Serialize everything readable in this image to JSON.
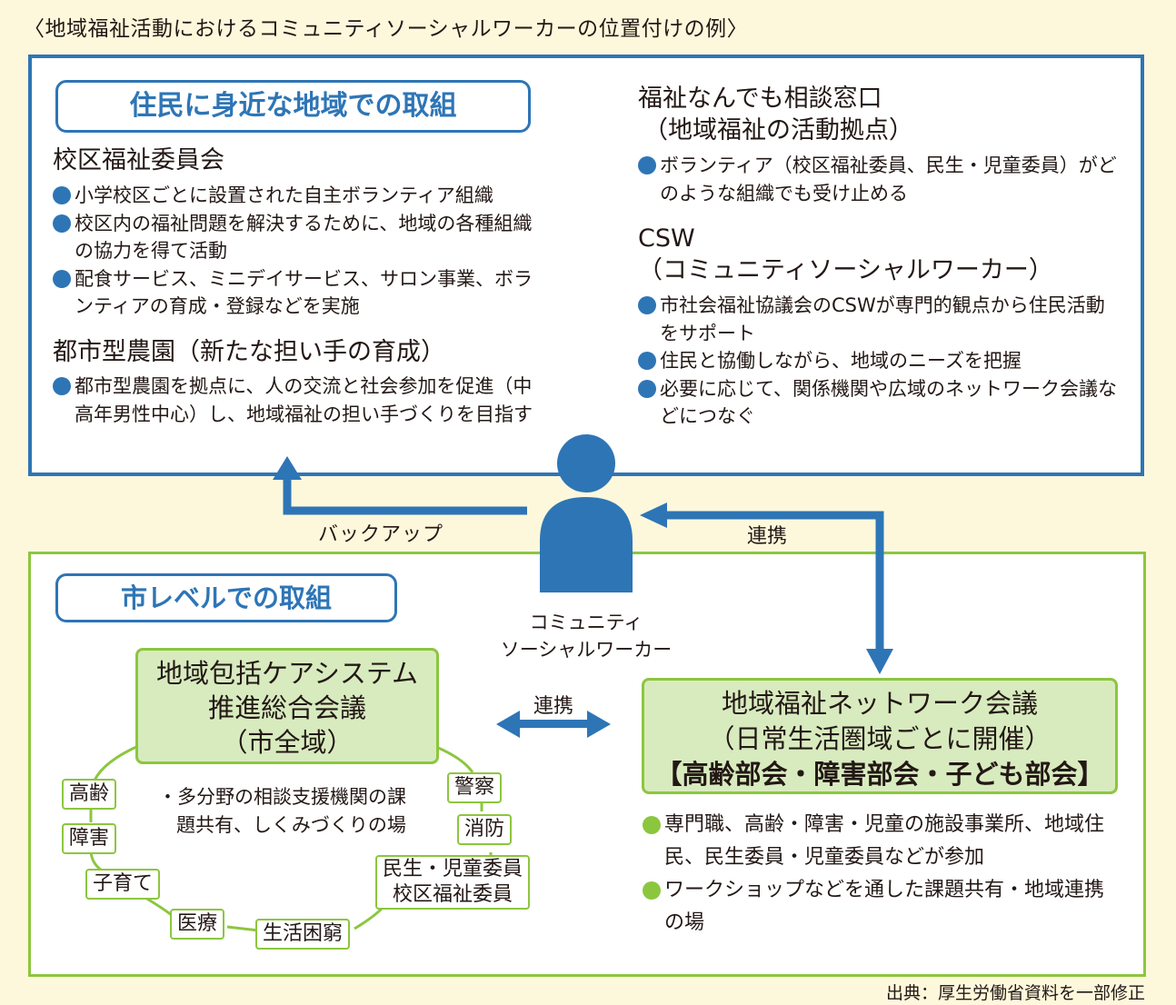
{
  "title": "〈地域福祉活動におけるコミュニティソーシャルワーカーの位置付けの例〉",
  "top": {
    "heading": "住民に身近な地域での取組",
    "kouku": {
      "title": "校区福祉委員会",
      "items": [
        "小学校区ごとに設置された自主ボランティア組織",
        "校区内の福祉問題を解決するために、地域の各種組織の協力を得て活動",
        "配食サービス、ミニデイサービス、サロン事業、ボランティアの育成・登録などを実施"
      ]
    },
    "nouen": {
      "title": "都市型農園（新たな担い手の育成）",
      "items": [
        "都市型農園を拠点に、人の交流と社会参加を促進（中高年男性中心）し、地域福祉の担い手づくりを目指す"
      ]
    },
    "madoguchi": {
      "title_line1": "福祉なんでも相談窓口",
      "title_line2": "（地域福祉の活動拠点）",
      "items": [
        "ボランティア（校区福祉委員、民生・児童委員）がどのような組織でも受け止める"
      ]
    },
    "csw": {
      "title_line1": "CSW",
      "title_line2": "（コミュニティソーシャルワーカー）",
      "items": [
        "市社会福祉協議会のCSWが専門的観点から住民活動をサポート",
        "住民と協働しながら、地域のニーズを把握",
        "必要に応じて、関係機関や広域のネットワーク会議などにつなぐ"
      ]
    }
  },
  "center": {
    "person_caption_line1": "コミュニティ",
    "person_caption_line2": "ソーシャルワーカー",
    "backup_label": "バックアップ",
    "renkei_label": "連携",
    "renkei_mid_label": "連携",
    "colors": {
      "blue": "#2e75b6",
      "green": "#8cc63f"
    }
  },
  "bottom": {
    "heading": "市レベルでの取組",
    "care": {
      "line1": "地域包括ケアシステム",
      "line2": "推進総合会議",
      "line3": "（市全域）"
    },
    "care_note": "・多分野の相談支援機関の課題共有、しくみづくりの場",
    "tags": {
      "koureishi": "高齢",
      "shougai": "障害",
      "kosodate": "子育て",
      "iryou": "医療",
      "seikatsu": "生活困窮",
      "keisatsu": "警察",
      "shoubou": "消防",
      "minsei_line1": "民生・児童委員",
      "minsei_line2": "校区福祉委員"
    },
    "network": {
      "line1": "地域福祉ネットワーク会議",
      "line2": "（日常生活圏域ごとに開催）",
      "line3": "【高齢部会・障害部会・子ども部会】"
    },
    "network_items": [
      "専門職、高齢・障害・児童の施設事業所、地域住民、民生委員・児童委員などが参加",
      "ワークショップなどを通した課題共有・地域連携の場"
    ]
  },
  "credit": "出典：厚生労働省資料を一部修正"
}
